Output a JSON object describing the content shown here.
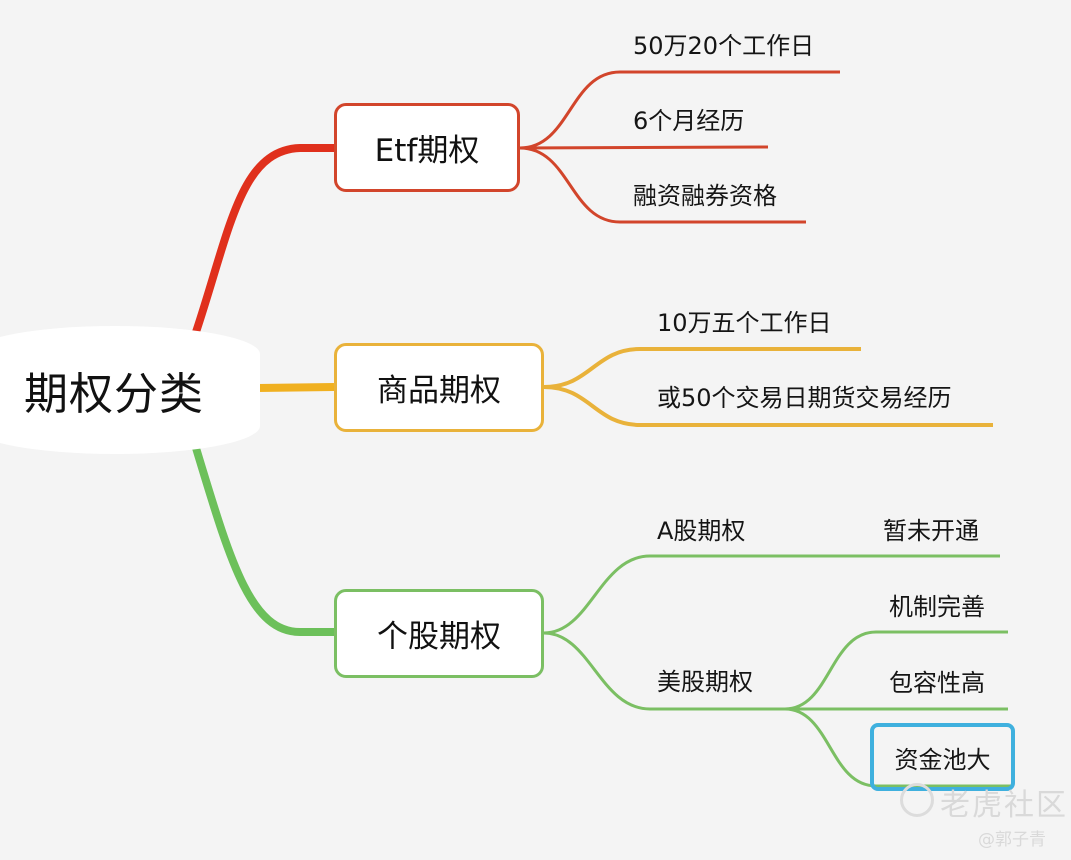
{
  "root": {
    "label": "期权分类"
  },
  "branches": [
    {
      "label": "Etf期权",
      "color": "#d2452b",
      "children": [
        "50万20个工作日",
        "6个月经历",
        "融资融券资格"
      ]
    },
    {
      "label": "商品期权",
      "color": "#e9b23a",
      "children": [
        "10万五个工作日",
        "或50个交易日期货交易经历"
      ]
    },
    {
      "label": "个股期权",
      "color": "#7bbf63",
      "children": [
        {
          "label": "A股期权",
          "children": [
            "暂未开通"
          ]
        },
        {
          "label": "美股期权",
          "children": [
            "机制完善",
            "包容性高",
            "资金池大"
          ]
        }
      ]
    }
  ],
  "highlight_color": "#3fb0de",
  "watermark": {
    "brand": "老虎社区",
    "author": "@郭子青"
  }
}
